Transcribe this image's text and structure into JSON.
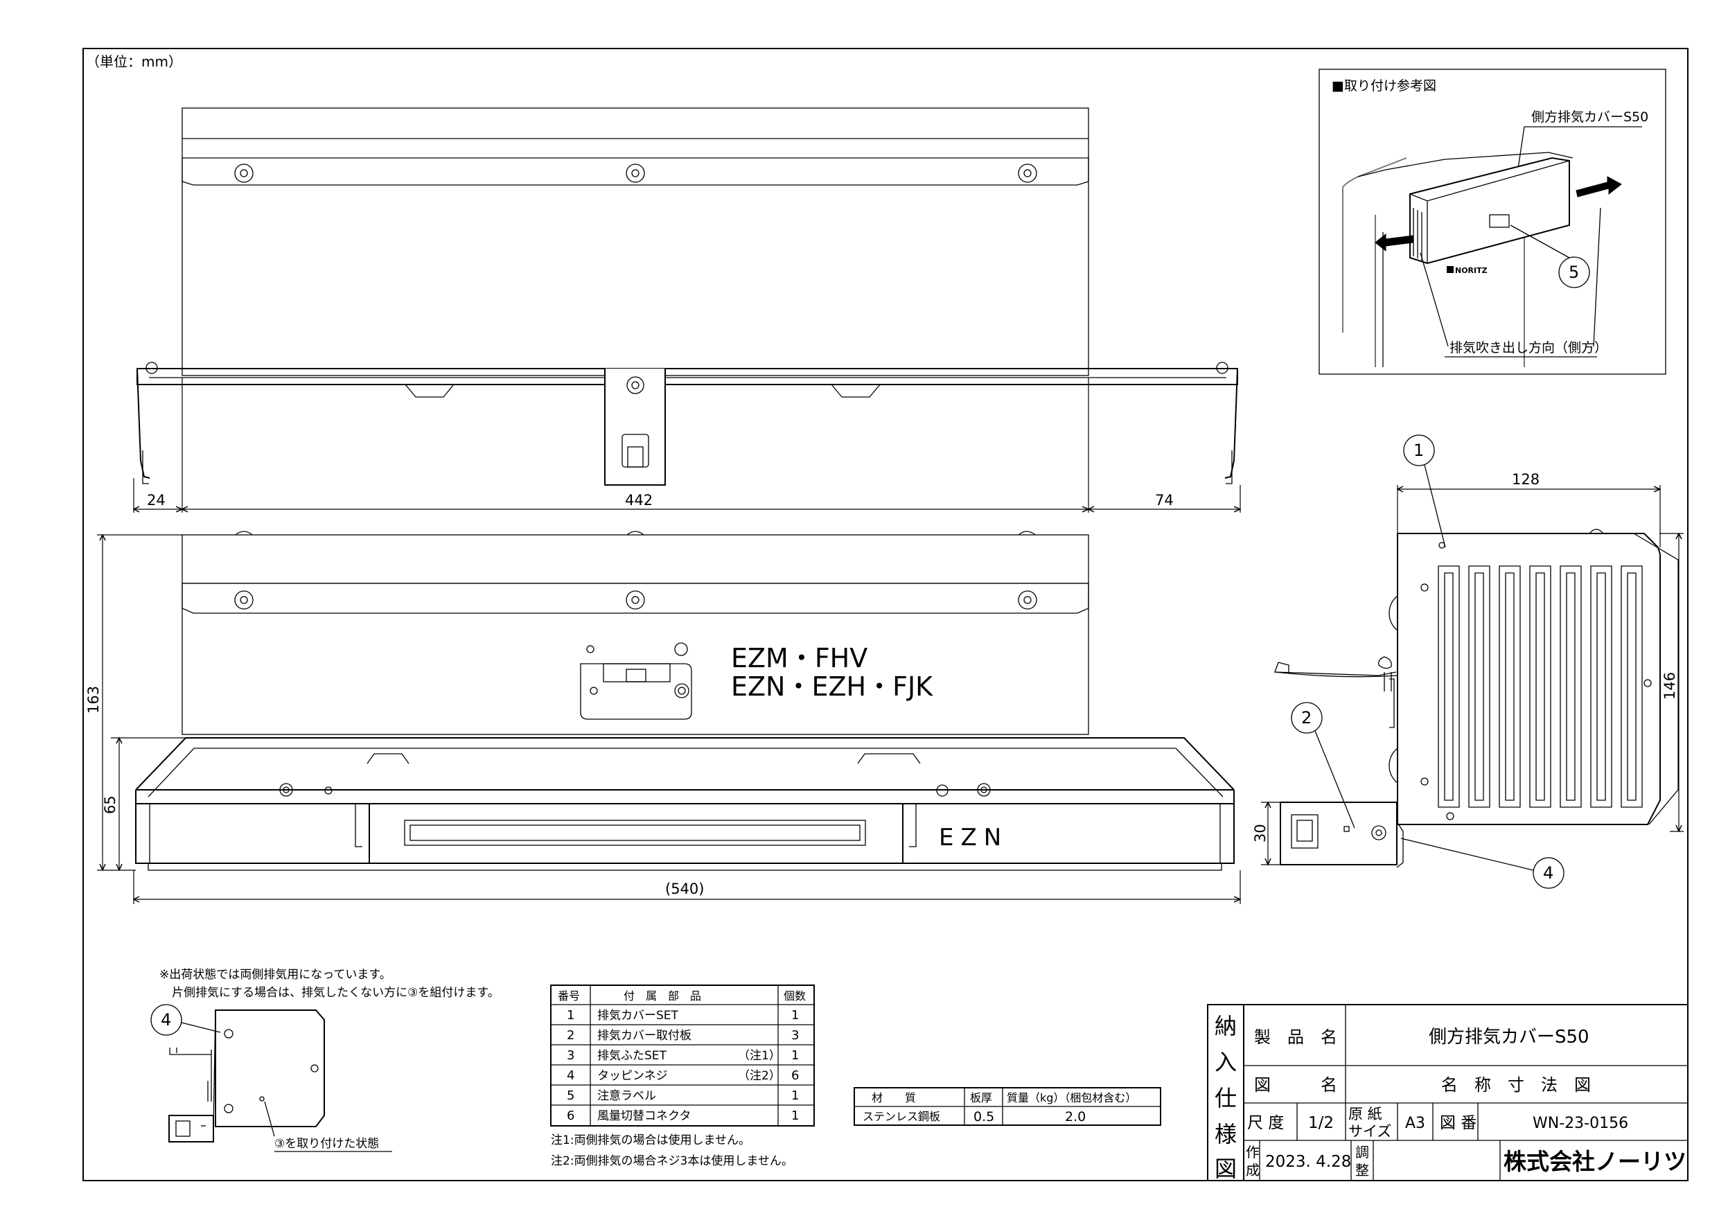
{
  "unit_label": "（単位：mm）",
  "reference": {
    "title": "■取り付け参考図",
    "callout_product": "側方排気カバーS50",
    "callout_direction": "排気吹き出し方向（側方）",
    "brand_mark": "NORITZ",
    "balloon": "5"
  },
  "dimensions": {
    "top_left": "24",
    "top_mid": "442",
    "top_right": "74",
    "overall_height": "163",
    "lower_height": "65",
    "overall_width": "(540)",
    "side_width": "128",
    "side_height": "146",
    "tab_height": "30"
  },
  "front_labels": {
    "models_line1": "EZM・FHV",
    "models_line2": "EZN・EZH・FJK",
    "cover_marking": "EZN"
  },
  "balloons": {
    "b1": "1",
    "b2": "2",
    "b4": "4",
    "b4_small": "4"
  },
  "notes": {
    "line1": "※出荷状態では両側排気用になっています。",
    "line2": "片側排気にする場合は、排気したくない方に③を組付けます。",
    "small_view_caption": "③を取り付けた状態"
  },
  "parts_table": {
    "headers": [
      "番号",
      "付　属　部　品",
      "個数"
    ],
    "rows": [
      {
        "no": "1",
        "name": "排気カバーSET",
        "note": "",
        "qty": "1"
      },
      {
        "no": "2",
        "name": "排気カバー取付板",
        "note": "",
        "qty": "3"
      },
      {
        "no": "3",
        "name": "排気ふたSET",
        "note": "（注1）",
        "qty": "1"
      },
      {
        "no": "4",
        "name": "タッピンネジ",
        "note": "（注2）",
        "qty": "6"
      },
      {
        "no": "5",
        "name": "注意ラベル",
        "note": "",
        "qty": "1"
      },
      {
        "no": "6",
        "name": "風量切替コネクタ",
        "note": "",
        "qty": "1"
      }
    ],
    "note1": "注1:両側排気の場合は使用しません。",
    "note2": "注2:両側排気の場合ネジ3本は使用しません。"
  },
  "material_table": {
    "headers": [
      "材　　質",
      "板厚",
      "質量（kg）（梱包材含む）"
    ],
    "row": [
      "ステンレス鋼板",
      "0.5",
      "2.0"
    ]
  },
  "title_block": {
    "side_chars": [
      "納",
      "入",
      "仕",
      "様",
      "図"
    ],
    "product_label": "製　品　名",
    "product_value": "側方排気カバーS50",
    "drawing_label": "図　　　名",
    "drawing_value": "名　称　寸　法　図",
    "scale_label": "尺 度",
    "scale_value": "1/2",
    "paper_label_1": "原 紙",
    "paper_label_2": "サイズ",
    "paper_value": "A3",
    "number_label": "図 番",
    "number_value": "WN-23-0156",
    "created_label_1": "作",
    "created_label_2": "成",
    "created_value": "2023. 4.28",
    "adjusted_label_1": "調",
    "adjusted_label_2": "整",
    "company": "株式会社ノーリツ"
  }
}
